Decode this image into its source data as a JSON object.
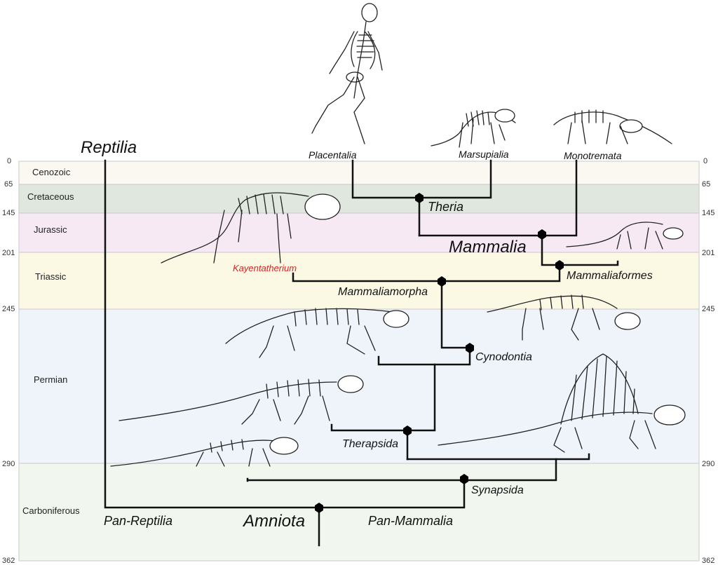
{
  "time_axis": {
    "ticks": [
      "0",
      "65",
      "145",
      "201",
      "245",
      "290",
      "362"
    ]
  },
  "periods": [
    {
      "name": "Cenozoic",
      "color": "#fbf8f1"
    },
    {
      "name": "Cretaceous",
      "color": "#dfe7de"
    },
    {
      "name": "Jurassic",
      "color": "#f6e9f4"
    },
    {
      "name": "Triassic",
      "color": "#fbf8e3"
    },
    {
      "name": "Permian",
      "color": "#eef4f9"
    },
    {
      "name": "Carboniferous",
      "color": "#f1f7ee"
    }
  ],
  "clades": {
    "reptilia": "Reptilia",
    "pan_reptilia": "Pan-Reptilia",
    "amniota": "Amniota",
    "pan_mammalia": "Pan-Mammalia",
    "synapsida": "Synapsida",
    "therapsida": "Therapsida",
    "cynodontia": "Cynodontia",
    "mammaliamorpha": "Mammaliamorpha",
    "mammaliaformes": "Mammaliaformes",
    "mammalia": "Mammalia",
    "theria": "Theria"
  },
  "taxa": {
    "placentalia": "Placentalia",
    "marsupialia": "Marsupialia",
    "monotremata": "Monotremata",
    "kayentatherium": "Kayentatherium"
  },
  "colors": {
    "highlight_taxon": "#e02020",
    "tree_line": "#111111",
    "skeleton": "#222222"
  }
}
